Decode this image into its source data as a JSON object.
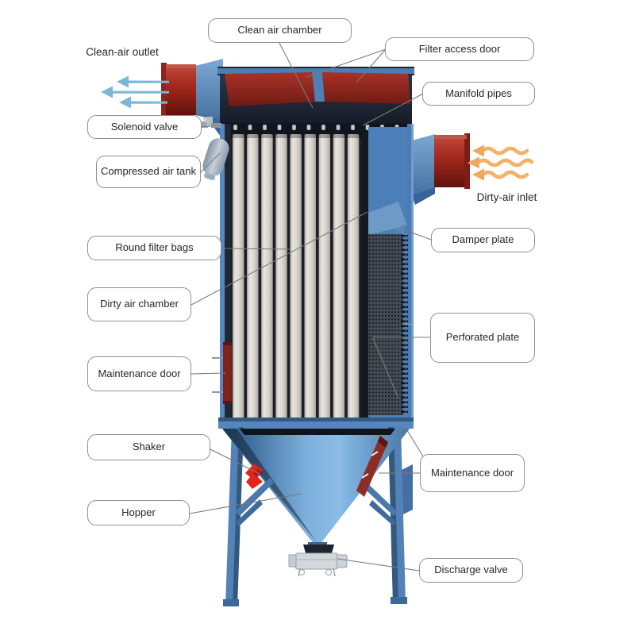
{
  "figure": {
    "type": "labeled-diagram",
    "description": "Cutaway illustration of a pulse-jet baghouse dust collector with callout labels"
  },
  "labels": {
    "clean_air_chamber": "Clean air chamber",
    "filter_access_door": "Filter access door",
    "manifold_pipes": "Manifold pipes",
    "clean_air_outlet": "Clean-air outlet",
    "solenoid_valve": "Solenoid valve",
    "compressed_air_tank": "Compressed air tank",
    "dirty_air_inlet": "Dirty-air inlet",
    "damper_plate": "Damper plate",
    "round_filter_bags": "Round filter bags",
    "dirty_air_chamber": "Dirty air chamber",
    "perforated_plate": "Perforated plate",
    "maintenance_door_left": "Maintenance door",
    "maintenance_door_right": "Maintenance door",
    "shaker": "Shaker",
    "hopper": "Hopper",
    "discharge_valve": "Discharge valve"
  },
  "icons": {
    "clean_air_flow": "triple-arrow-left-blue",
    "dirty_air_flow": "triple-wavy-arrow-left-orange"
  },
  "colors": {
    "background": "#ffffff",
    "label_text": "#262626",
    "box_bg": "#ffffff",
    "box_border": "#8f8f8f",
    "leader": "#7a7a7a",
    "body_blue": "#4f83bb",
    "dark_navy": "#1b2230",
    "brick_red": "#9e2b22",
    "bright_red": "#e2251c",
    "bag_cream": "#dcd9d1",
    "arrow_blue": "#7cb7d8",
    "arrow_orange": "#f2b167"
  }
}
